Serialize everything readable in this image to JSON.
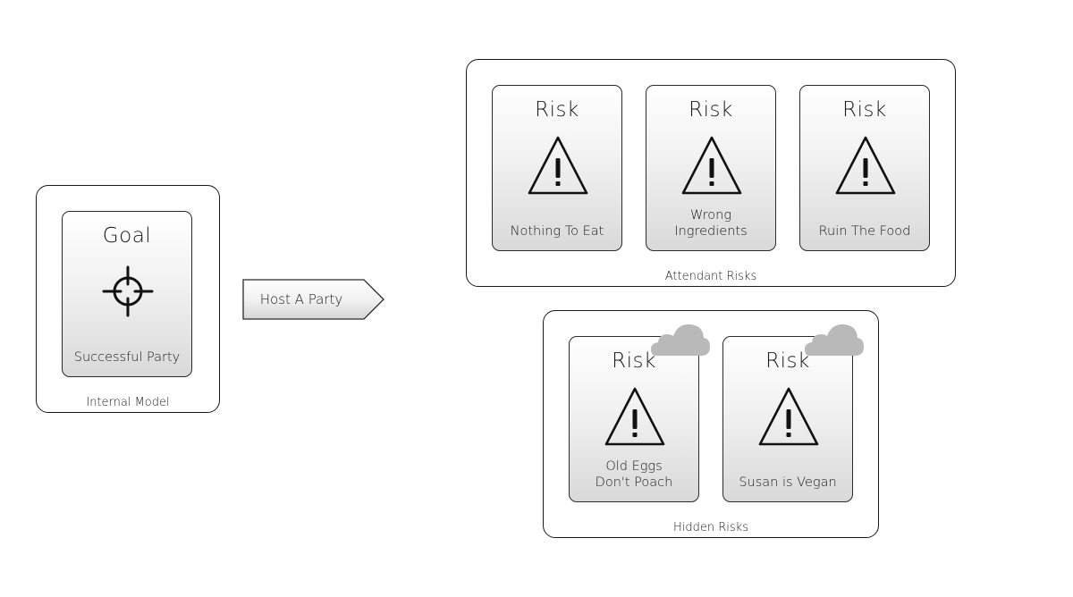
{
  "internal_model": {
    "label": "Internal Model",
    "goal": {
      "title": "Goal",
      "icon": "crosshair-target-icon",
      "text": "Successful Party"
    }
  },
  "connector": {
    "label": "Host A Party"
  },
  "attendant_risks": {
    "label": "Attendant Risks",
    "cards": [
      {
        "title": "Risk",
        "icon": "warning-triangle-icon",
        "text": "Nothing To Eat"
      },
      {
        "title": "Risk",
        "icon": "warning-triangle-icon",
        "text": "Wrong\nIngredients"
      },
      {
        "title": "Risk",
        "icon": "warning-triangle-icon",
        "text": "Ruin The Food"
      }
    ]
  },
  "hidden_risks": {
    "label": "Hidden Risks",
    "cards": [
      {
        "title": "Risk",
        "icon": "warning-triangle-icon",
        "badge": "cloud-icon",
        "text": "Old Eggs\nDon't Poach"
      },
      {
        "title": "Risk",
        "icon": "warning-triangle-icon",
        "badge": "cloud-icon",
        "text": "Susan is Vegan"
      }
    ]
  }
}
